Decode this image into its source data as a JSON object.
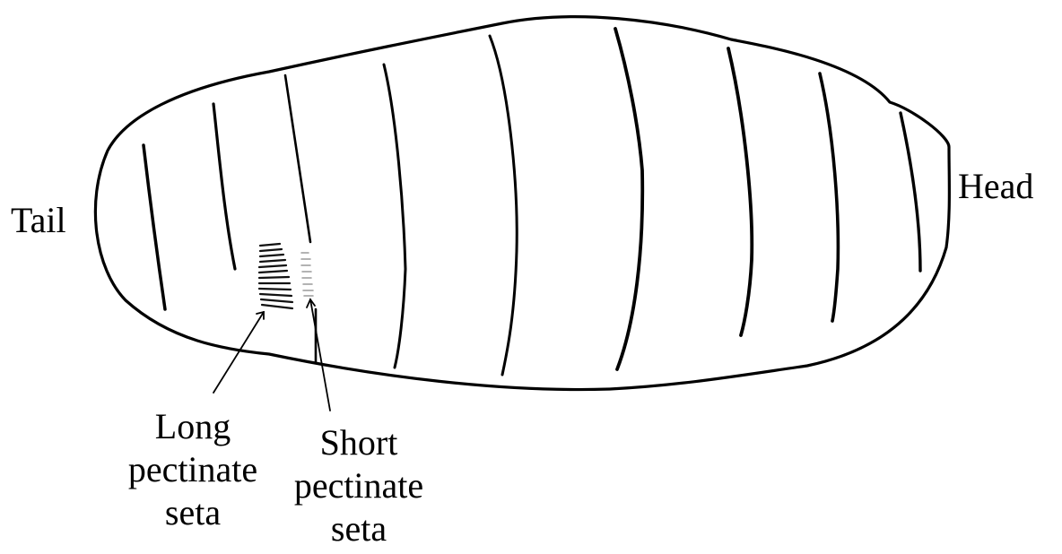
{
  "labels": {
    "tail": "Tail",
    "head": "Head",
    "long_seta": [
      "Long",
      "pectinate",
      "seta"
    ],
    "short_seta": [
      "Short",
      "pectinate",
      "seta"
    ]
  },
  "colors": {
    "outline": "#000000",
    "short_seta_hatching": "#9a9a9a",
    "background": "#ffffff"
  }
}
